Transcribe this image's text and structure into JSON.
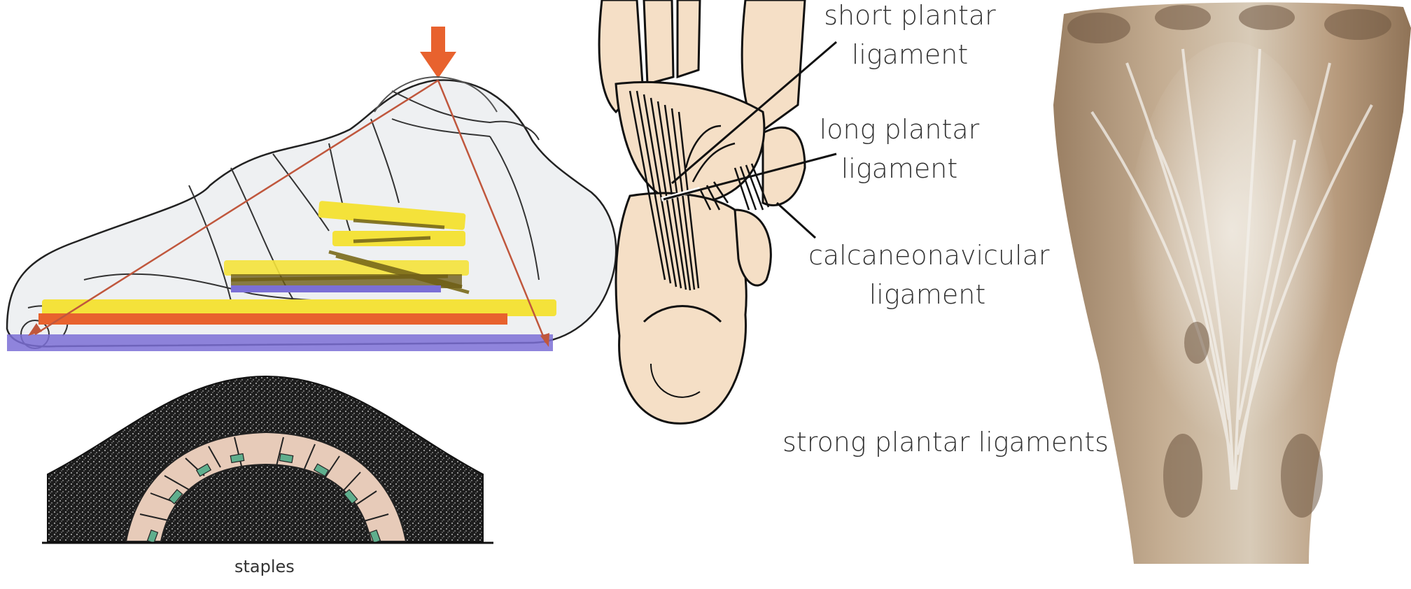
{
  "labels": {
    "short_plantar": [
      "short plantar",
      "ligament"
    ],
    "long_plantar": [
      "long plantar",
      "ligament"
    ],
    "calcaneonavicular": [
      "calcaneonavicular",
      "ligament"
    ],
    "strong_plantar": "strong plantar ligaments",
    "staples": "staples"
  },
  "colors": {
    "ligament_yellow": "#f4e23a",
    "ligament_olive": "#7a6a1a",
    "tie_orange": "#e8622e",
    "tie_purple": "#7b6fd6",
    "arrow_red": "#c0573d",
    "bone_fill": "#f5dfc6",
    "arch_stone": "#e7cbb9",
    "staple_green": "#5fae8d",
    "specimen_tan": "#b89d7f"
  },
  "icons": {
    "load_arrow": "down-arrow-icon"
  }
}
